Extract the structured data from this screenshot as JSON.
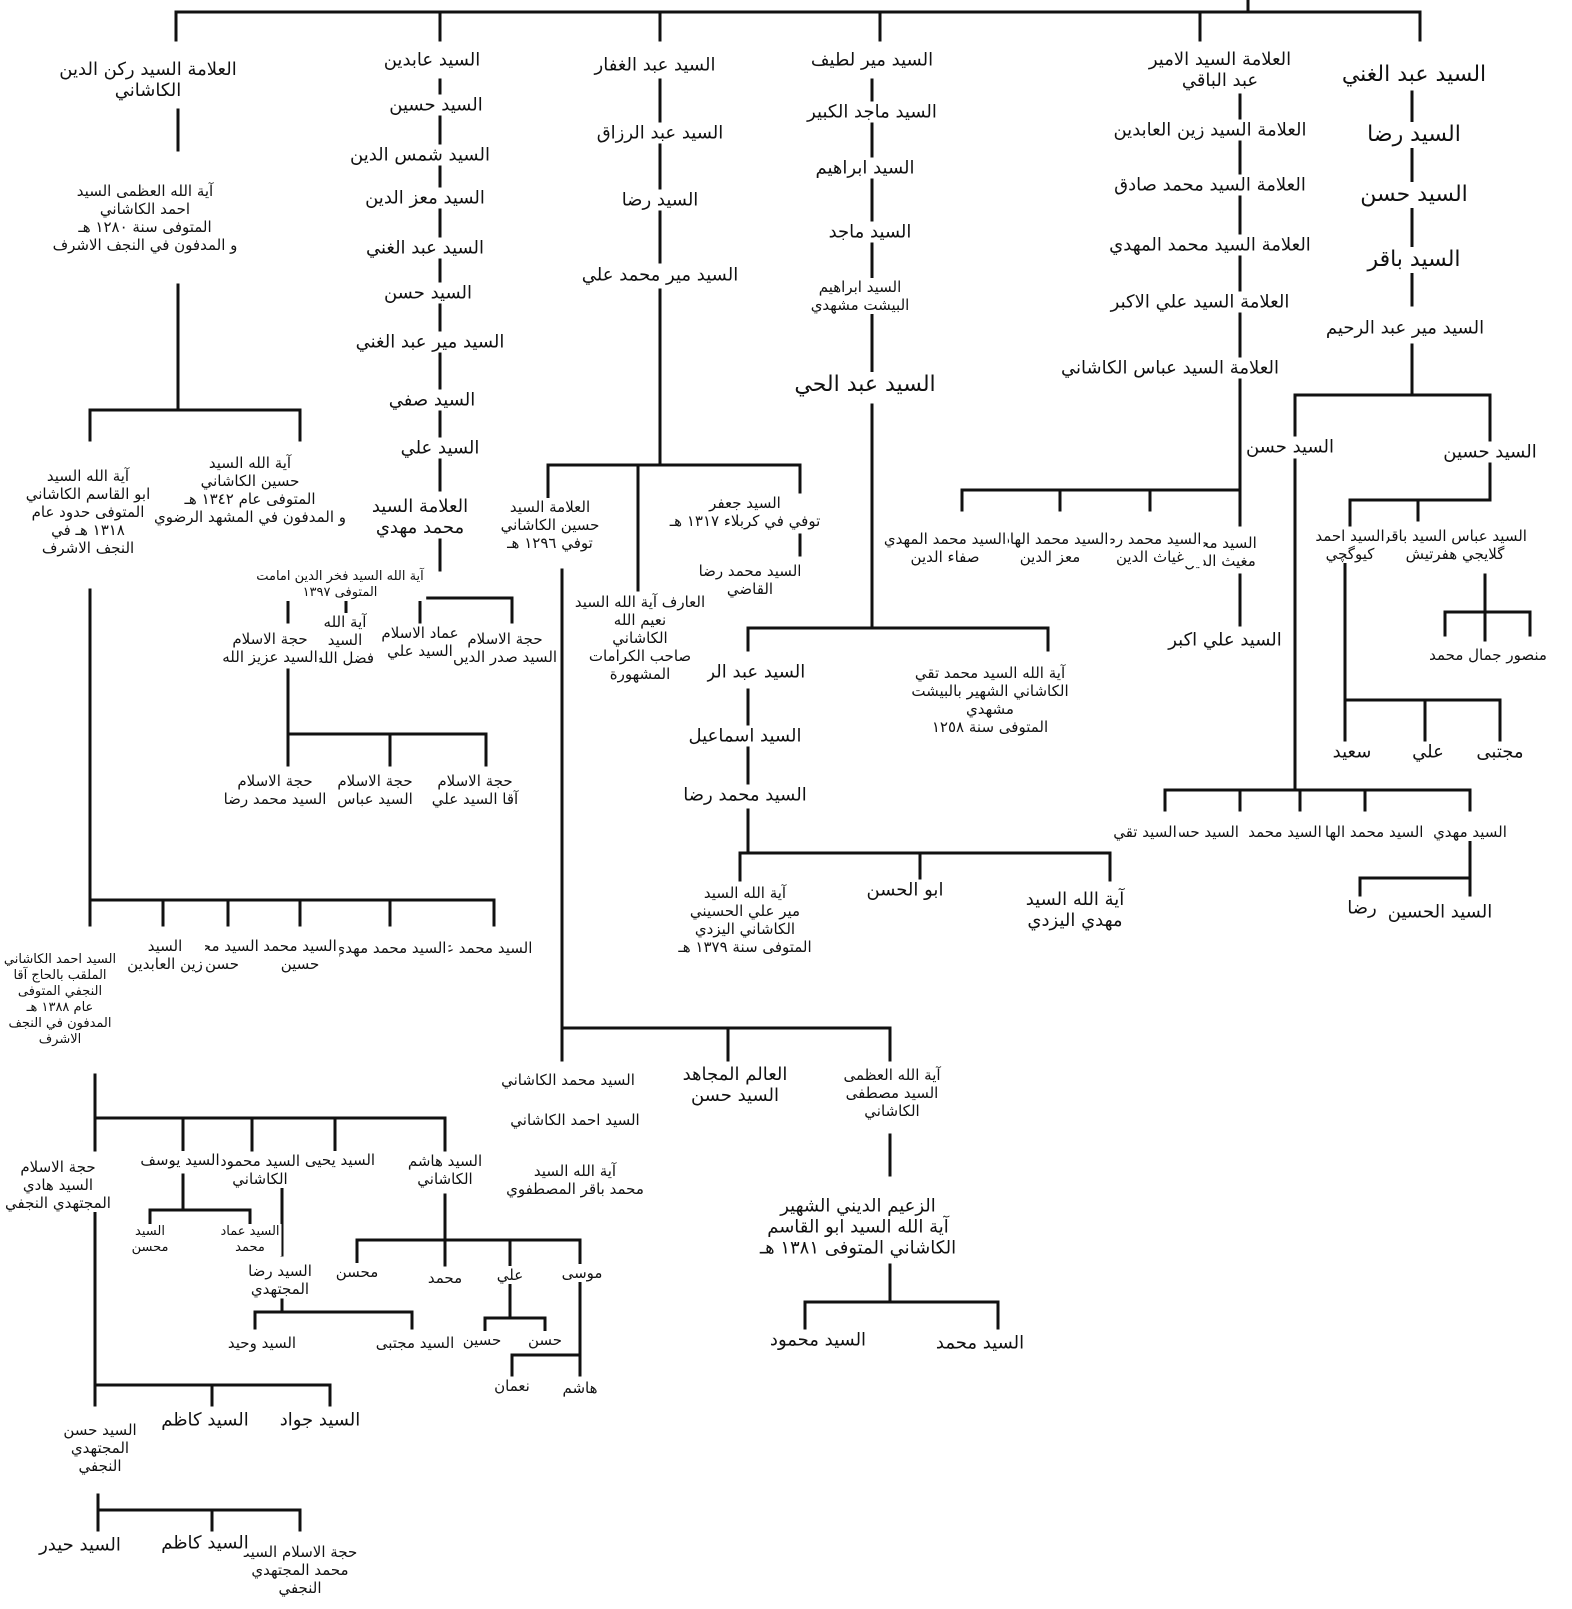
{
  "tree": {
    "nodes": [
      {
        "id": "A1",
        "text": "السيد عبد الغني"
      },
      {
        "id": "A2",
        "text": "السيد رضا"
      },
      {
        "id": "A3",
        "text": "السيد حسن"
      },
      {
        "id": "A4",
        "text": "السيد باقر"
      },
      {
        "id": "A5",
        "text": "السيد مير عبد الرحيم"
      },
      {
        "id": "A6",
        "text": "السيد حسين"
      },
      {
        "id": "A7",
        "text": "السيد حسن"
      },
      {
        "id": "A8",
        "text": "السيد عباس السيد باقر\nگلايجي هفرتيش"
      },
      {
        "id": "A9",
        "text": "السيد احمد\nكيوگچي"
      },
      {
        "id": "A10",
        "text": "منصور جمال محمد"
      },
      {
        "id": "A11",
        "text": "مجتبى"
      },
      {
        "id": "A12",
        "text": "علي"
      },
      {
        "id": "A13",
        "text": "سعيد"
      },
      {
        "id": "A14",
        "text": "السيد مهدي"
      },
      {
        "id": "A15",
        "text": "السيد محمد الهادي"
      },
      {
        "id": "A16",
        "text": "السيد محمد"
      },
      {
        "id": "A17",
        "text": "السيد حسين"
      },
      {
        "id": "A18",
        "text": "السيد تقي"
      },
      {
        "id": "A19",
        "text": "السيد الحسين"
      },
      {
        "id": "A20",
        "text": "رضا"
      },
      {
        "id": "B1",
        "text": "العلامة السيد الامير\nعبد الباقي"
      },
      {
        "id": "B2",
        "text": "العلامة السيد زين العابدين"
      },
      {
        "id": "B3",
        "text": "العلامة السيد محمد صادق"
      },
      {
        "id": "B4",
        "text": "العلامة السيد محمد المهدي"
      },
      {
        "id": "B5",
        "text": "العلامة السيد علي الاكبر"
      },
      {
        "id": "B6",
        "text": "العلامة السيد عباس الكاشاني"
      },
      {
        "id": "B7",
        "text": "السيد محمد\nمغيث الدين"
      },
      {
        "id": "B8",
        "text": "السيد محمد رضا\nغياث الدين"
      },
      {
        "id": "B9",
        "text": "السيد محمد الهادي\nمعز الدين"
      },
      {
        "id": "B10",
        "text": "السيد محمد المهدي\nصفاء الدين"
      },
      {
        "id": "B11",
        "text": "السيد علي اكبر"
      },
      {
        "id": "C1",
        "text": "السيد مير لطيف"
      },
      {
        "id": "C2",
        "text": "السيد ماجد الكبير"
      },
      {
        "id": "C3",
        "text": "السيد ابراهيم"
      },
      {
        "id": "C4",
        "text": "السيد ماجد"
      },
      {
        "id": "C5",
        "text": "السيد ابراهيم\nالبيشت مشهدي"
      },
      {
        "id": "C6",
        "text": "السيد عبد الحي"
      },
      {
        "id": "C7",
        "text": "آية الله السيد محمد تقي\nالكاشاني الشهير بالبيشت\nمشهدي\nالمتوفى سنة ١٢٥٨"
      },
      {
        "id": "C8",
        "text": "السيد عبد الرزاق"
      },
      {
        "id": "C9",
        "text": "السيد اسماعيل"
      },
      {
        "id": "C10",
        "text": "السيد محمد رضا"
      },
      {
        "id": "C11",
        "text": "آية الله السيد\nمهدي اليزدي"
      },
      {
        "id": "C12",
        "text": "ابو الحسن"
      },
      {
        "id": "C13",
        "text": "آية الله السيد\nمير علي الحسيني\nالكاشاني اليزدي\nالمتوفى سنة ١٣٧٩ هـ"
      },
      {
        "id": "D1",
        "text": "السيد عبد الغفار"
      },
      {
        "id": "D2",
        "text": "السيد عبد الرزاق"
      },
      {
        "id": "D3",
        "text": "السيد رضا"
      },
      {
        "id": "D4",
        "text": "السيد مير محمد علي"
      },
      {
        "id": "D5",
        "text": "السيد جعفر\nتوفي في كربلاء ١٣١٧ هـ"
      },
      {
        "id": "D6",
        "text": "السيد محمد رضا\nالقاضي"
      },
      {
        "id": "D7",
        "text": "العارف آية الله السيد\nنعيم الله\nالكاشاني\nصاحب الكرامات\nالمشهورة"
      },
      {
        "id": "D8",
        "text": "العلامة السيد\nحسين الكاشاني\nتوفي ١٢٩٦ هـ"
      },
      {
        "id": "D9",
        "text": "آية الله العظمى\nالسيد مصطفى\nالكاشاني"
      },
      {
        "id": "D10",
        "text": "العالم المجاهد\nالسيد حسن"
      },
      {
        "id": "D11",
        "text": "السيد محمد الكاشاني"
      },
      {
        "id": "D12",
        "text": "السيد احمد الكاشاني"
      },
      {
        "id": "D13",
        "text": "آية الله السيد\nمحمد باقر المصطفوي"
      },
      {
        "id": "D14",
        "text": "الزعيم الديني الشهير\nآية الله السيد ابو القاسم\nالكاشاني المتوفى ١٣٨١ هـ"
      },
      {
        "id": "D15",
        "text": "السيد محمد"
      },
      {
        "id": "D16",
        "text": "السيد محمود"
      },
      {
        "id": "E1",
        "text": "السيد عابدين"
      },
      {
        "id": "E2",
        "text": "السيد حسين"
      },
      {
        "id": "E3",
        "text": "السيد شمس الدين"
      },
      {
        "id": "E4",
        "text": "السيد معز الدين"
      },
      {
        "id": "E5",
        "text": "السيد عبد الغني"
      },
      {
        "id": "E6",
        "text": "السيد حسن"
      },
      {
        "id": "E7",
        "text": "السيد مير عبد الغني"
      },
      {
        "id": "E8",
        "text": "السيد صفي"
      },
      {
        "id": "E9",
        "text": "السيد علي"
      },
      {
        "id": "E10",
        "text": "العلامة السيد\nمحمد مهدي"
      },
      {
        "id": "E11",
        "text": "آية الله السيد فخر الدين امامت\nالمتوفى ١٣٩٧"
      },
      {
        "id": "E12",
        "text": "حجة الاسلام\nالسيد صدر الدين"
      },
      {
        "id": "E13",
        "text": "عماد الاسلام\nالسيد علي"
      },
      {
        "id": "E14",
        "text": "آية الله\nالسيد\nفضل الله"
      },
      {
        "id": "E15",
        "text": "حجة الاسلام\nالسيد عزيز الله"
      },
      {
        "id": "E16",
        "text": "حجة الاسلام\nآقا السيد علي"
      },
      {
        "id": "E17",
        "text": "حجة الاسلام\nالسيد عباس"
      },
      {
        "id": "E18",
        "text": "حجة الاسلام\nالسيد محمد رضا"
      },
      {
        "id": "F1",
        "text": "العلامة السيد ركن الدين\nالكاشاني"
      },
      {
        "id": "F2",
        "text": "آية الله العظمى السيد\nاحمد الكاشاني\nالمتوفى سنة ١٢٨٠ هـ\nو المدفون في النجف الاشرف"
      },
      {
        "id": "F3",
        "text": "آية الله السيد\nحسين الكاشاني\nالمتوفى عام ١٣٤٢ هـ\nو المدفون في المشهد الرضوي"
      },
      {
        "id": "F4",
        "text": "آية الله السيد\nابو القاسم الكاشاني\nالمتوفى حدود عام\n١٣١٨ هـ في\nالنجف الاشرف"
      },
      {
        "id": "F5",
        "text": "السيد محمد علي"
      },
      {
        "id": "F6",
        "text": "السيد محمد مهدي"
      },
      {
        "id": "F7",
        "text": "السيد محمد\nحسين"
      },
      {
        "id": "F8",
        "text": "السيد محمد\nحسن"
      },
      {
        "id": "F9",
        "text": "السيد\nزين العابدين"
      },
      {
        "id": "F10",
        "text": "السيد احمد الكاشاني\nالملقب بالحاج آقا\nالنجفي المتوفى\nعام ١٣٨٨ هـ\nالمدفون في النجف\nالاشرف"
      },
      {
        "id": "F11",
        "text": "السيد هاشم\nالكاشاني"
      },
      {
        "id": "F12",
        "text": "السيد يحيى"
      },
      {
        "id": "F13",
        "text": "السيد محمود\nالكاشاني"
      },
      {
        "id": "F14",
        "text": "السيد يوسف"
      },
      {
        "id": "F15",
        "text": "حجة الاسلام\nالسيد هادي\nالمجتهدي النجفي"
      },
      {
        "id": "F16",
        "text": "موسى"
      },
      {
        "id": "F17",
        "text": "علي"
      },
      {
        "id": "F18",
        "text": "محمد"
      },
      {
        "id": "F19",
        "text": "محسن"
      },
      {
        "id": "F20",
        "text": "حسن"
      },
      {
        "id": "F21",
        "text": "حسين"
      },
      {
        "id": "F22",
        "text": "هاشم"
      },
      {
        "id": "F23",
        "text": "نعمان"
      },
      {
        "id": "F24",
        "text": "السيد رضا\nالمجتهدي"
      },
      {
        "id": "F25",
        "text": "السيد مجتبى"
      },
      {
        "id": "F26",
        "text": "السيد وحيد"
      },
      {
        "id": "F27",
        "text": "السيد عماد\nمحمد"
      },
      {
        "id": "F28",
        "text": "السيد\nمحسن"
      },
      {
        "id": "F29",
        "text": "السيد جواد"
      },
      {
        "id": "F30",
        "text": "السيد كاظم"
      },
      {
        "id": "F31",
        "text": "السيد حسن\nالمجتهدي\nالنجفي"
      },
      {
        "id": "F32",
        "text": "حجة الاسلام السيد\nمحمد المجتهدي\nالنجفي"
      },
      {
        "id": "F33",
        "text": "السيد كاظم"
      },
      {
        "id": "F34",
        "text": "السيد حيدر"
      }
    ]
  }
}
